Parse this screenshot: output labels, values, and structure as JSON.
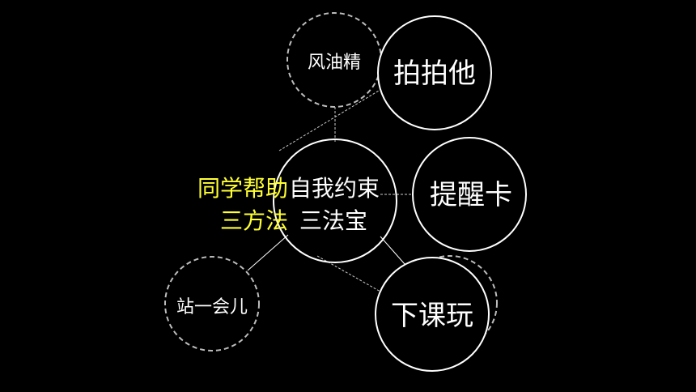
{
  "colors": {
    "background": "#000000",
    "solid_stroke": "#ffffff",
    "dashed_stroke": "#bdbdbd",
    "text_white": "#ffffff",
    "text_yellow": "#ffff33"
  },
  "center": {
    "line1_yellow": "同学帮助",
    "line1_white": "自我约束",
    "line2_yellow": "三方法",
    "line2_white": "三法宝"
  },
  "nodes": {
    "feng_you_jing": "风油精",
    "pai_pai_ta": "拍拍他",
    "ti_xing_ka": "提醒卡",
    "xia_ke_wan": "下课玩",
    "zhan_yi_hui_er": "站一会儿"
  }
}
